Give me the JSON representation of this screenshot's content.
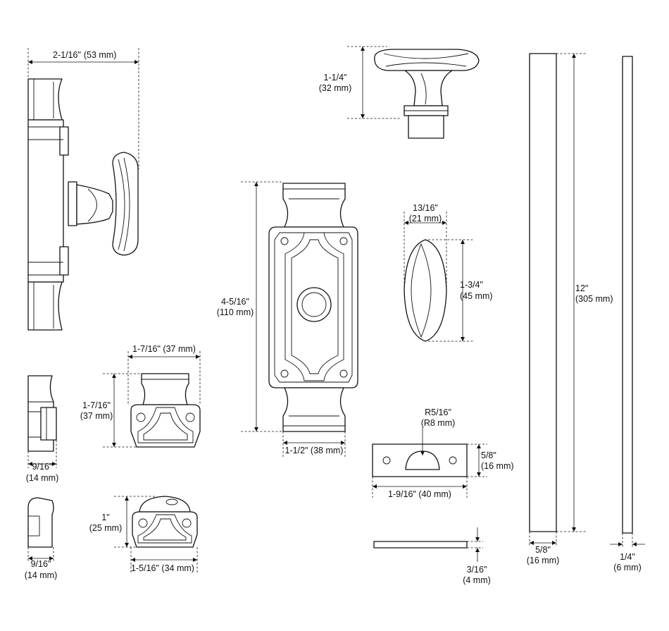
{
  "dimensions": {
    "cremone_width": {
      "imperial": "2-1/16\"",
      "metric": "(53 mm)"
    },
    "knob_height": {
      "imperial": "1-1/4\"",
      "metric": "(32 mm)"
    },
    "rod_length": {
      "imperial": "12\"",
      "metric": "(305 mm)"
    },
    "body_height": {
      "imperial": "4-5/16\"",
      "metric": "(110 mm)"
    },
    "body_width": {
      "imperial": "1-1/2\" (38 mm)"
    },
    "knob_top_width": {
      "imperial": "13/16\"",
      "metric": "(21 mm)"
    },
    "knob_top_length": {
      "imperial": "1-3/4\"",
      "metric": "(45 mm)"
    },
    "guide_width": {
      "imperial": "1-7/16\" (37 mm)"
    },
    "guide_height": {
      "imperial": "1-7/16\"",
      "metric": "(37 mm)"
    },
    "guide_depth": {
      "imperial": "9/16\"",
      "metric": "(14 mm)"
    },
    "strike_width": {
      "imperial": "1-9/16\" (40 mm)"
    },
    "strike_height": {
      "imperial": "5/8\"",
      "metric": "(16 mm)"
    },
    "strike_radius": {
      "imperial": "R5/16\"",
      "metric": "(R8 mm)"
    },
    "strike_thickness": {
      "imperial": "3/16\"",
      "metric": "(4 mm)"
    },
    "end_height": {
      "imperial": "1\"",
      "metric": "(25 mm)"
    },
    "end_width": {
      "imperial": "1-5/16\" (34 mm)"
    },
    "end_depth": {
      "imperial": "9/16\"",
      "metric": "(14 mm)"
    },
    "rod_wide_width": {
      "imperial": "5/8\"",
      "metric": "(16 mm)"
    },
    "rod_thin_width": {
      "imperial": "1/4\"",
      "metric": "(6 mm)"
    }
  }
}
